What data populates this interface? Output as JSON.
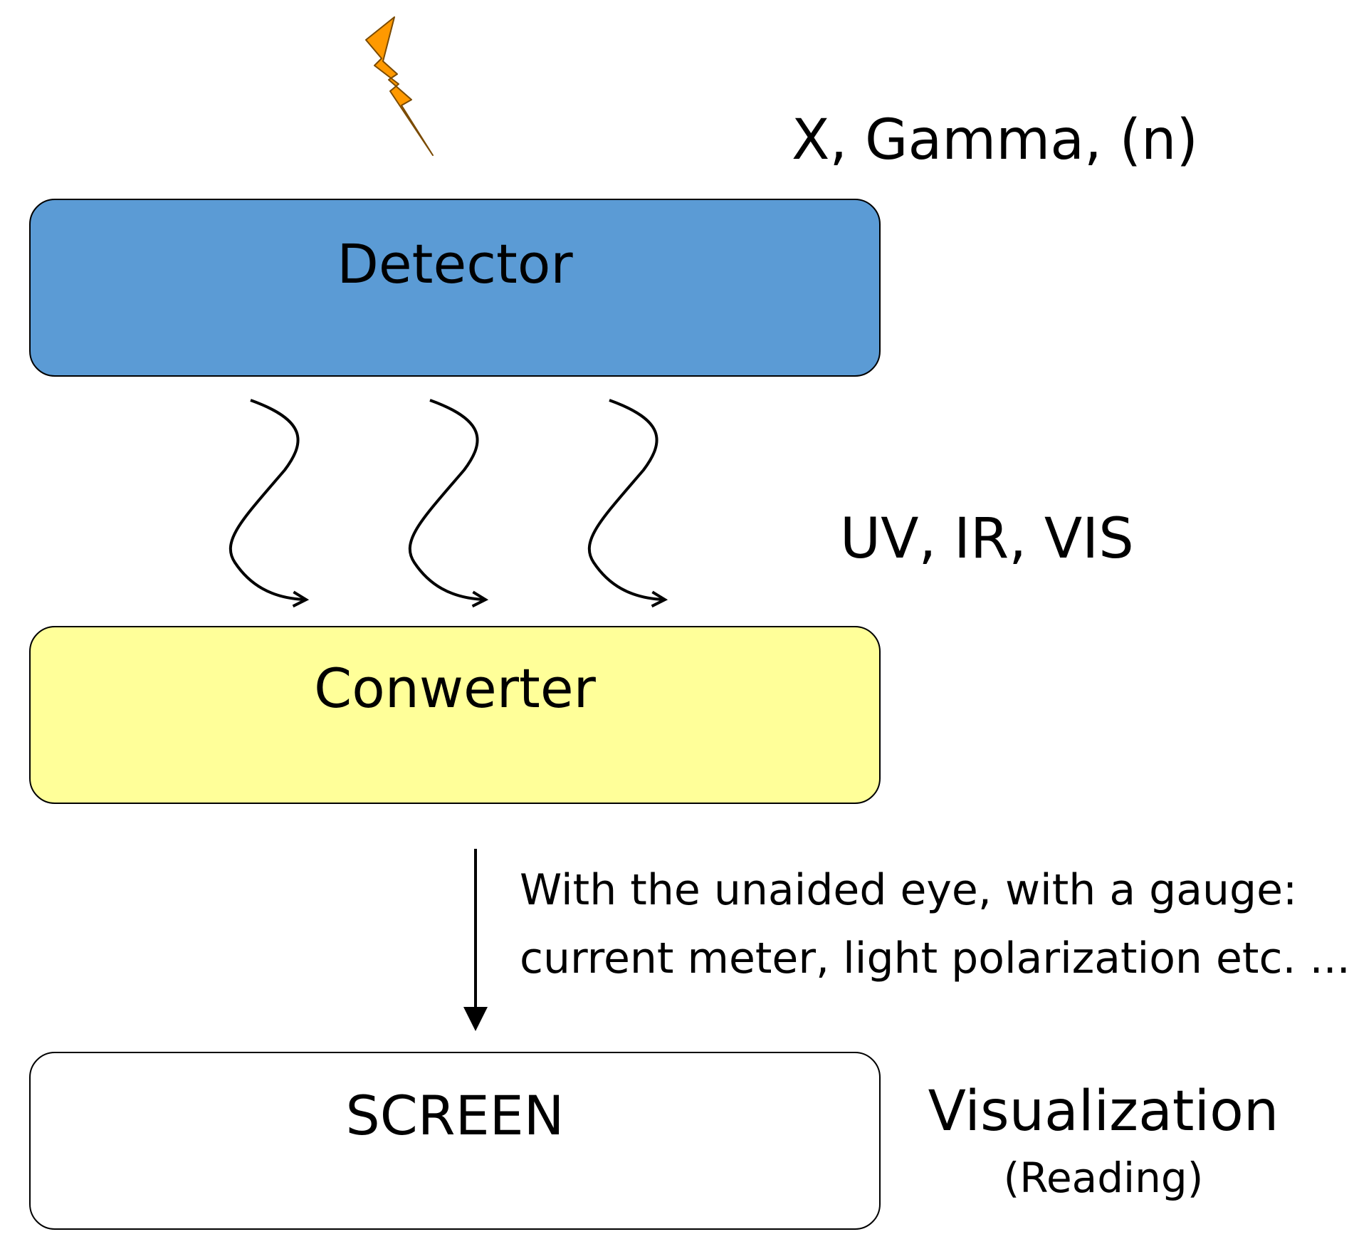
{
  "diagram": {
    "radiation_label": "X, Gamma, (n)",
    "light_label": "UV, IR, VIS",
    "boxes": {
      "detector": {
        "label": "Detector",
        "fill": "#5b9bd5"
      },
      "converter": {
        "label": "Conwerter",
        "fill": "#ffff99"
      },
      "screen": {
        "label": "SCREEN",
        "fill": "#ffffff"
      }
    },
    "reading_note": {
      "line1": "With the unaided eye, with a gauge:",
      "line2": "current meter, light polarization etc. ..."
    },
    "visualization": {
      "title": "Visualization",
      "subtitle": "(Reading)"
    },
    "colors": {
      "lightning": "#ff9900",
      "stroke": "#000000"
    },
    "icons": {
      "radiation": "lightning-bolt-icon"
    }
  }
}
